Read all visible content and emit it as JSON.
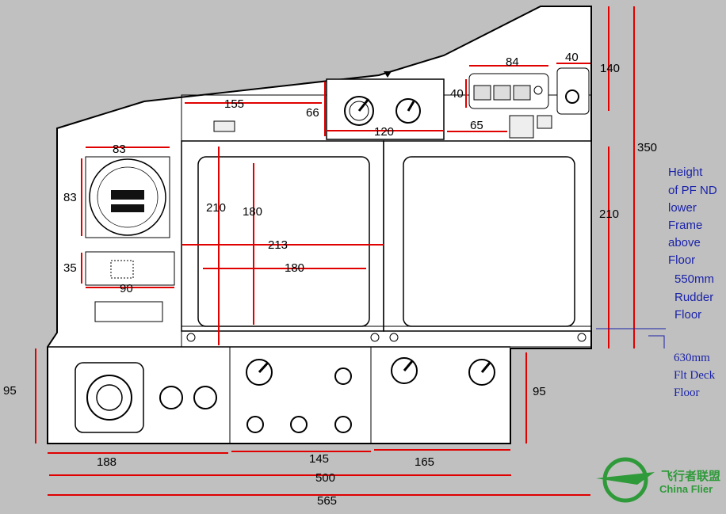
{
  "dimensions": {
    "d155": "155",
    "d66": "66",
    "d120": "120",
    "d65": "65",
    "d84": "84",
    "d40a": "40",
    "d40b": "40",
    "d140": "140",
    "d350": "350",
    "d210l": "210",
    "d180t": "180",
    "d213": "213",
    "d180b": "180",
    "d210r": "210",
    "d83a": "83",
    "d83b": "83",
    "d35": "35",
    "d90": "90",
    "d95l": "95",
    "d95r": "95",
    "d188": "188",
    "d145": "145",
    "d165": "165",
    "d500": "500",
    "d565": "565"
  },
  "notes": {
    "pf_nd": [
      "Height",
      "of PF ND",
      "lower",
      "Frame",
      "above",
      "Floor"
    ],
    "rudder": [
      "550mm",
      "Rudder",
      "Floor"
    ],
    "flt_deck": [
      "630mm",
      "Flt Deck",
      "Floor"
    ]
  },
  "logo": {
    "cn": "飞行者联盟",
    "en": "China Flier"
  },
  "colors": {
    "dim_line": "#e00000",
    "note_text": "#1a22a8",
    "panel": "#ffffff",
    "background": "#c0c0c0",
    "logo_green": "#2f9a3a"
  }
}
